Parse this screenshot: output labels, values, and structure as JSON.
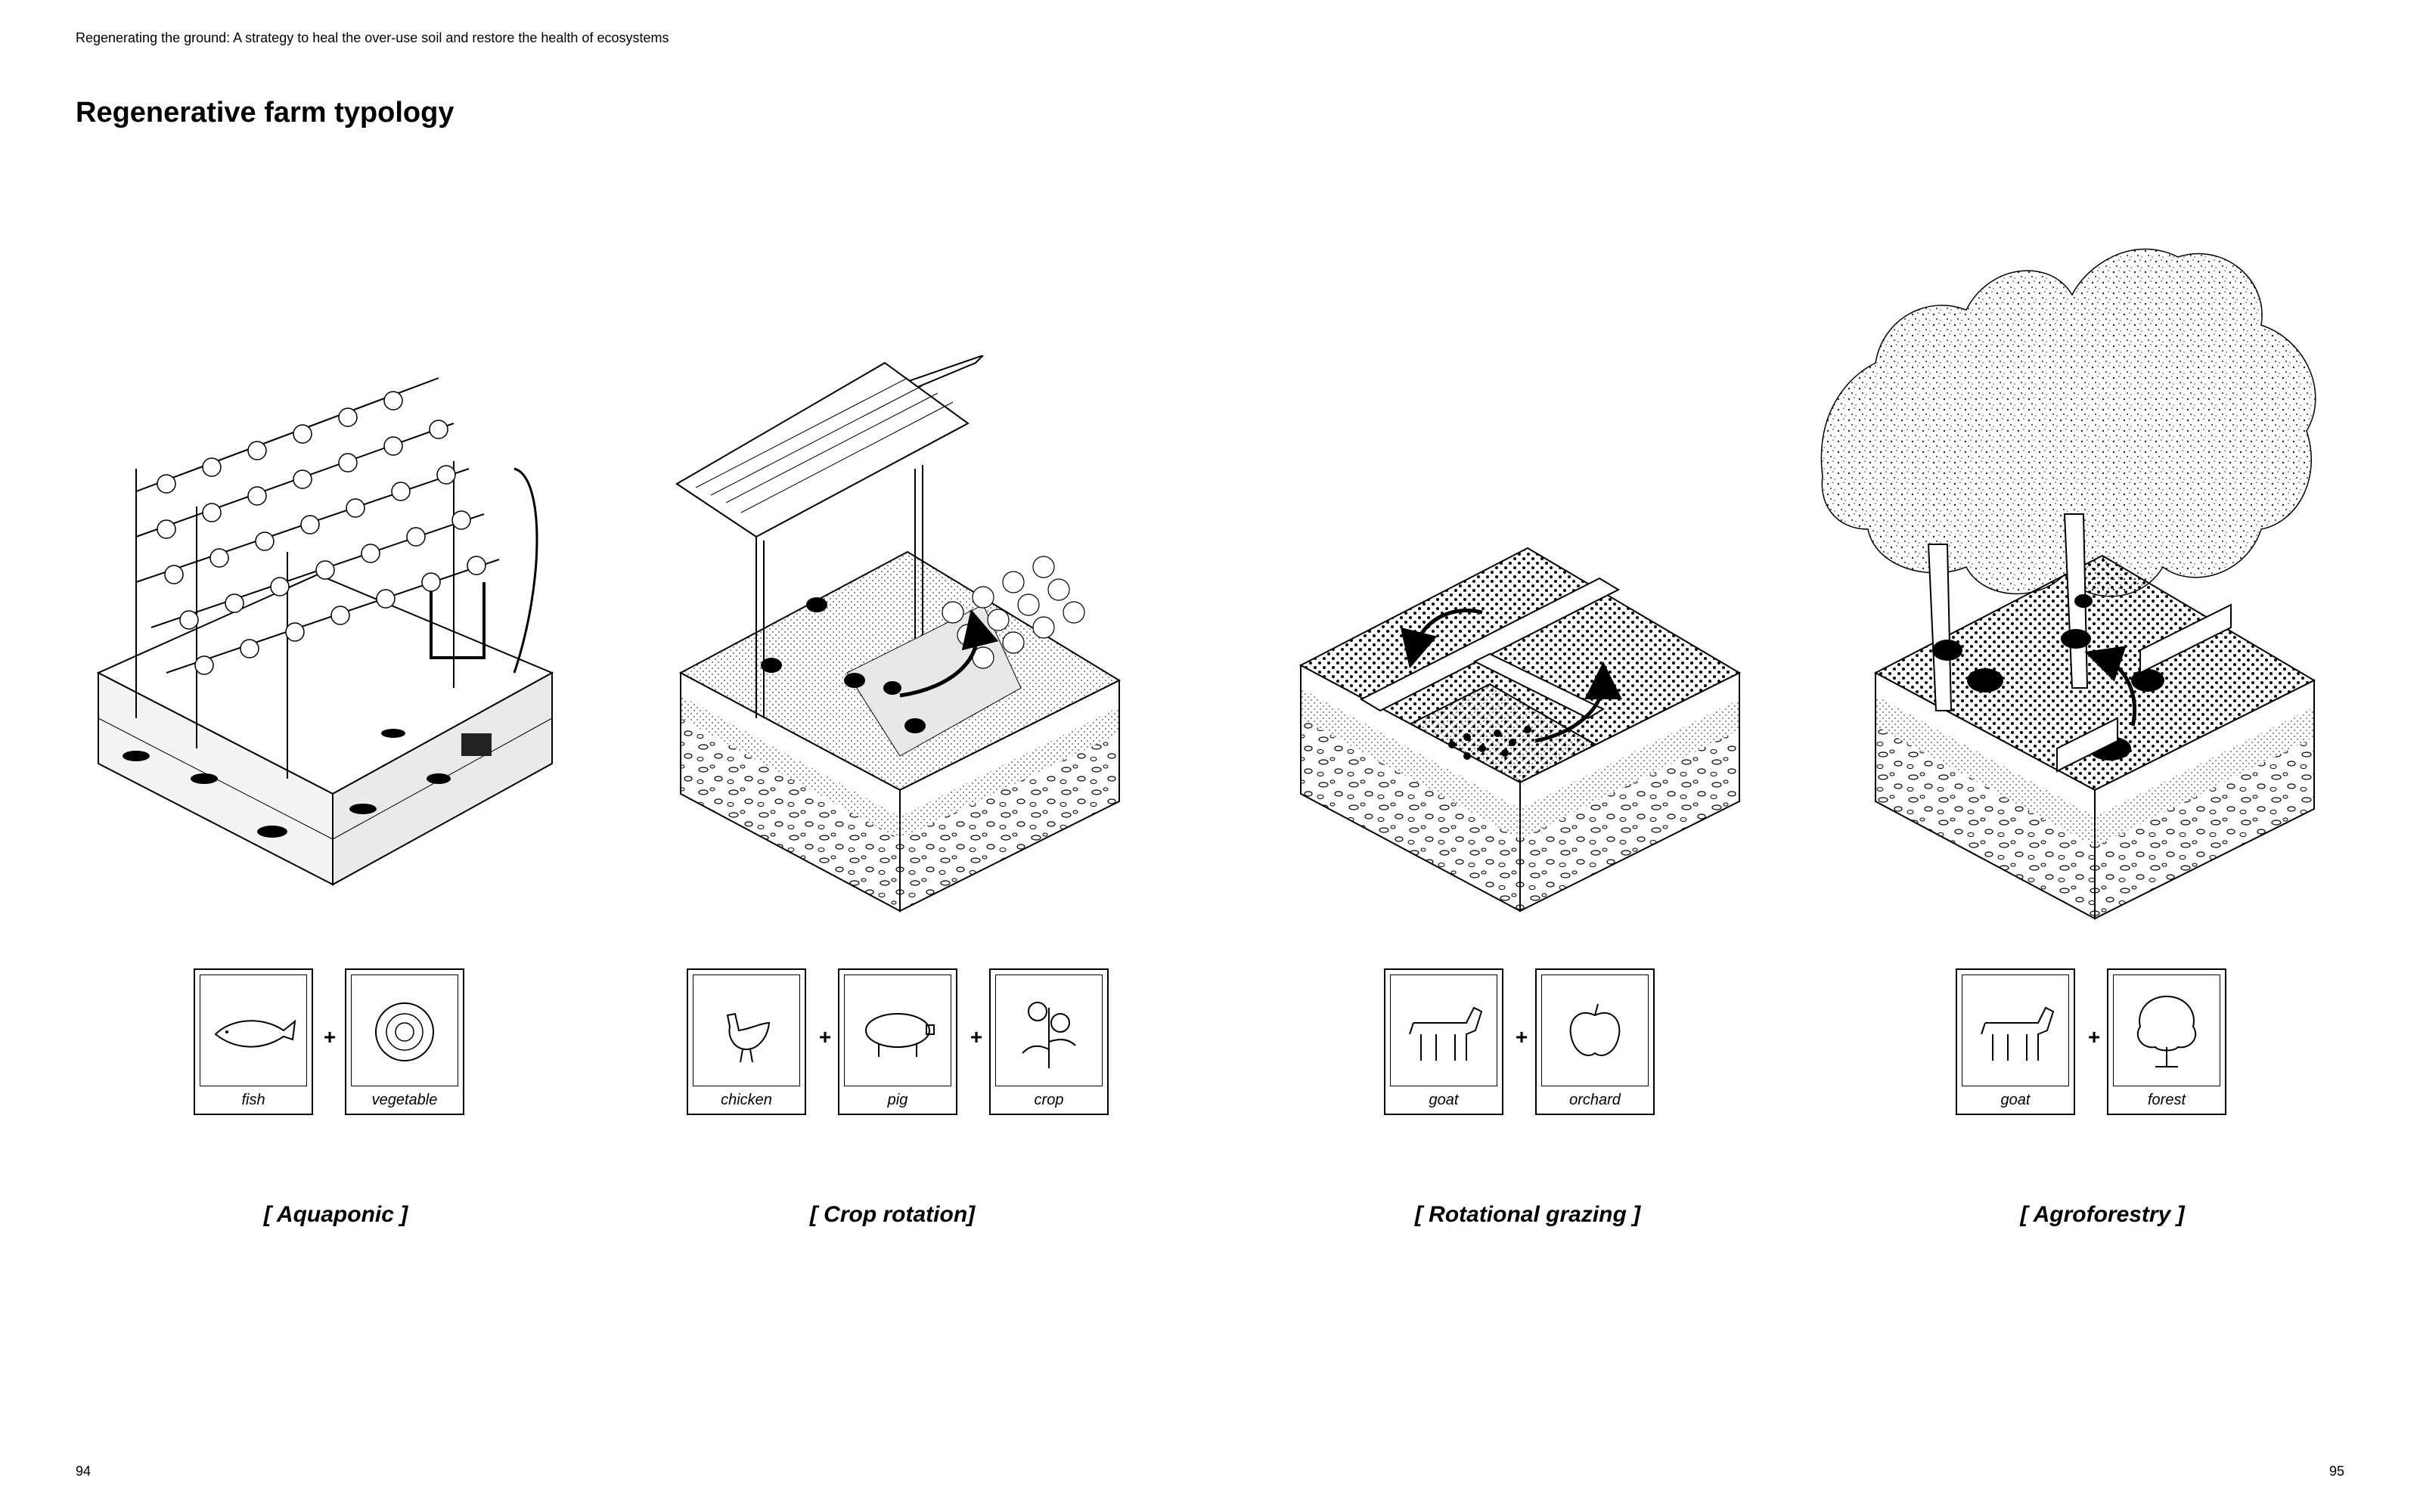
{
  "header": {
    "subtitle": "Regenerating the ground: A strategy to heal the over-use soil and restore the health of ecosystems",
    "title": "Regenerative farm typology"
  },
  "pages": {
    "left": "94",
    "right": "95"
  },
  "plus_sign": "+",
  "typologies": [
    {
      "name": "[ Aquaponic ]",
      "cards": [
        {
          "label": "fish",
          "icon": "fish-icon"
        },
        {
          "label": "vegetable",
          "icon": "cabbage-icon"
        }
      ]
    },
    {
      "name": "[ Crop rotation]",
      "cards": [
        {
          "label": "chicken",
          "icon": "chicken-icon"
        },
        {
          "label": "pig",
          "icon": "pig-icon"
        },
        {
          "label": "crop",
          "icon": "crop-plant-icon"
        }
      ]
    },
    {
      "name": "[ Rotational grazing ]",
      "cards": [
        {
          "label": "goat",
          "icon": "goat-icon"
        },
        {
          "label": "orchard",
          "icon": "apple-icon"
        }
      ]
    },
    {
      "name": "[ Agroforestry ]",
      "cards": [
        {
          "label": "goat",
          "icon": "goat-icon"
        },
        {
          "label": "forest",
          "icon": "tree-icon"
        }
      ]
    }
  ]
}
